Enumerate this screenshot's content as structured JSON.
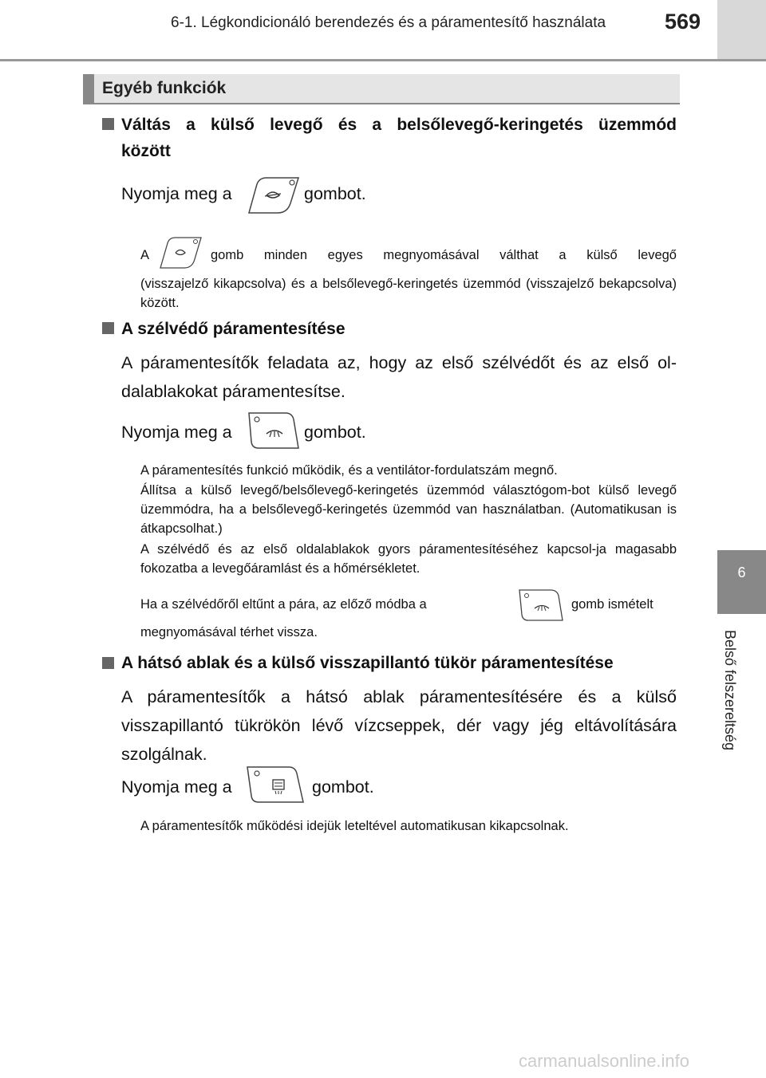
{
  "header": {
    "title": "6-1. Légkondicionáló berendezés és a páramentesítő használata",
    "page_number": "569"
  },
  "side_tab": {
    "chapter": "6",
    "label": "Belső felszereltség"
  },
  "section_title": "Egyéb funkciók",
  "block1": {
    "heading_line1": "Váltás a külső levegő és a belsőlevegő-keringetés üzemmód",
    "heading_line2": "között",
    "press_before": "Nyomja meg a",
    "press_after": "gombot.",
    "note_prefix": "A",
    "note_line1_rest": "gomb minden egyes megnyomásával válthat a külső levegő",
    "note_rest": "(visszajelző kikapcsolva) és a belsőlevegő-keringetés üzemmód (visszajelző bekapcsolva) között."
  },
  "block2": {
    "heading": "A szélvédő páramentesítése",
    "body": "A páramentesítők feladata az, hogy az első szélvédőt és az első ol-dalablakokat páramentesítse.",
    "press_before": "Nyomja meg a",
    "press_after": "gombot.",
    "note1": "A páramentesítés funkció működik, és a ventilátor-fordulatszám megnő.",
    "note2": "Állítsa a külső levegő/belsőlevegő-keringetés üzemmód választógom-bot külső levegő üzemmódra, ha a belsőlevegő-keringetés üzemmód van használatban. (Automatikusan is átkapcsolhat.)",
    "note3": "A szélvédő és az első oldalablakok gyors páramentesítéséhez kapcsol-ja magasabb fokozatba a levegőáramlást és a hőmérsékletet.",
    "note4_before": "Ha a szélvédőről eltűnt a pára, az előző módba a",
    "note4_after": "gomb ismételt",
    "note4_rest": "megnyomásával térhet vissza."
  },
  "block3": {
    "heading": "A hátsó ablak és a külső visszapillantó tükör páramentesítése",
    "body": "A páramentesítők a hátsó ablak páramentesítésére és a külső visszapillantó tükrökön lévő vízcseppek, dér vagy jég eltávolítására szolgálnak.",
    "press_before": "Nyomja meg a",
    "press_after": "gombot.",
    "note": "A páramentesítők működési idejük leteltével automatikusan kikapcsolnak."
  },
  "watermark": "carmanualsonline.info"
}
